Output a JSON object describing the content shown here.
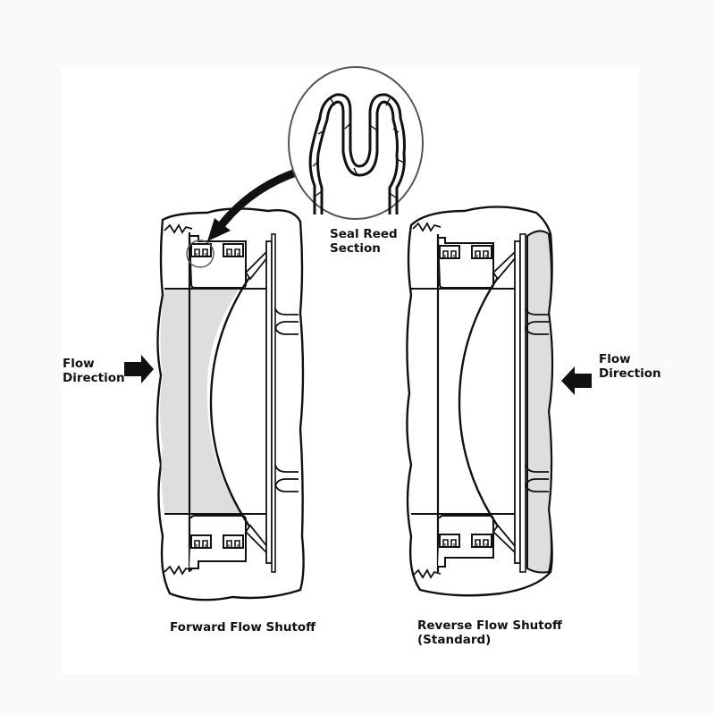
{
  "diagram": {
    "title": "Check valve seal reed flow shutoff comparison",
    "colors": {
      "background": "#fafafa",
      "panel": "#ffffff",
      "stroke": "#111111",
      "shaded": "#dedede",
      "callout_circle": "#555555"
    },
    "callout": {
      "label_line1": "Seal Reed",
      "label_line2": "Section"
    },
    "left_valve": {
      "caption": "Forward Flow Shutoff",
      "flow_label_line1": "Flow",
      "flow_label_line2": "Direction",
      "flow_arrow": "right-arrow-icon",
      "shaded_side": "upstream-left"
    },
    "right_valve": {
      "caption_line1": "Reverse Flow Shutoff",
      "caption_line2": "(Standard)",
      "flow_label_line1": "Flow",
      "flow_label_line2": "Direction",
      "flow_arrow": "left-arrow-icon",
      "shaded_side": "upstream-right"
    }
  }
}
